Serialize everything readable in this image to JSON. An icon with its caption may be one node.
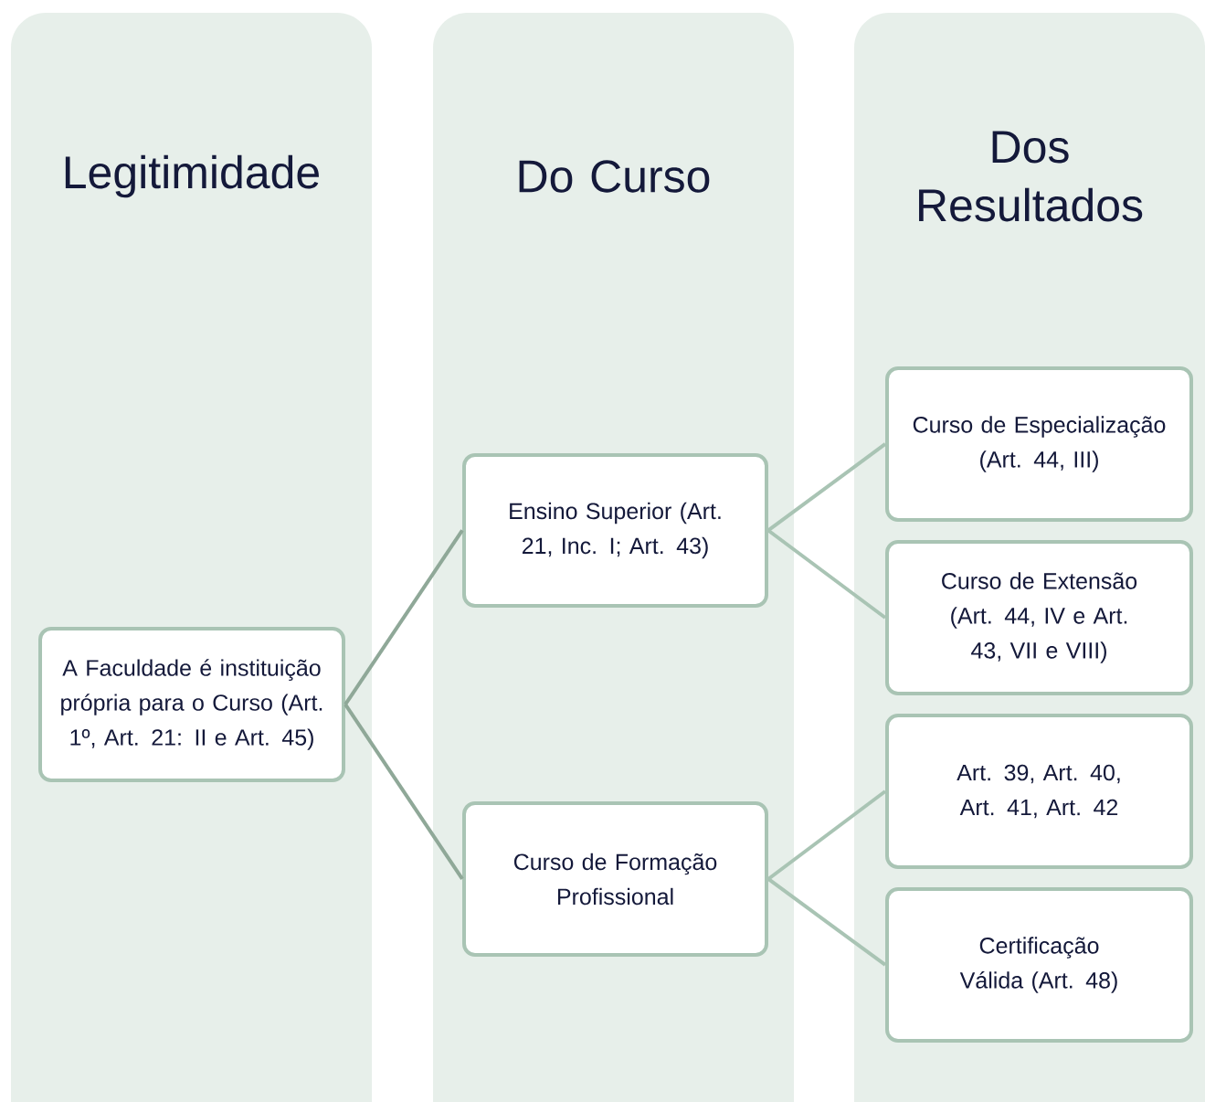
{
  "diagram": {
    "nodes": [
      {
        "text": [
          "Legitimidade"
        ]
      },
      {
        "text": [
          "A Faculdade é instituição própria para o Curso (Art. 1º, Art. 21: II e Art. 45)"
        ],
        "in": 0
      },
      {
        "text": [
          "Do Curso"
        ]
      },
      {
        "text": [
          "Ensino Superior (Art. 21, Inc. I; Art. 43)"
        ],
        "in": 2
      },
      {
        "text": [
          "Curso de Formação Profissional"
        ],
        "in": 2
      },
      {
        "text": [
          "Dos Resultados"
        ]
      },
      {
        "text": [
          "Curso de Especialização (Art. 44, III)"
        ],
        "in": 5
      },
      {
        "text": [
          "Curso de Extensão (Art. 44, IV e Art. 43, VII e VIII)"
        ],
        "in": 5
      },
      {
        "text": [
          "Art. 39, Art. 40, Art. 41, Art. 42"
        ],
        "in": 5
      },
      {
        "text": [
          "Certificação Válida (Art. 48)"
        ],
        "in": 5
      }
    ],
    "edges": [
      {
        "from": 1,
        "to": 3,
        "arrow": "none",
        "color": "#8fa898"
      },
      {
        "from": 1,
        "to": 4,
        "arrow": "none",
        "color": "#8fa898"
      },
      {
        "from": 3,
        "to": 6,
        "arrow": "none"
      },
      {
        "from": 3,
        "to": 7,
        "arrow": "none"
      },
      {
        "from": 4,
        "to": 8,
        "arrow": "none"
      },
      {
        "from": 4,
        "to": 9,
        "arrow": "none"
      }
    ]
  }
}
